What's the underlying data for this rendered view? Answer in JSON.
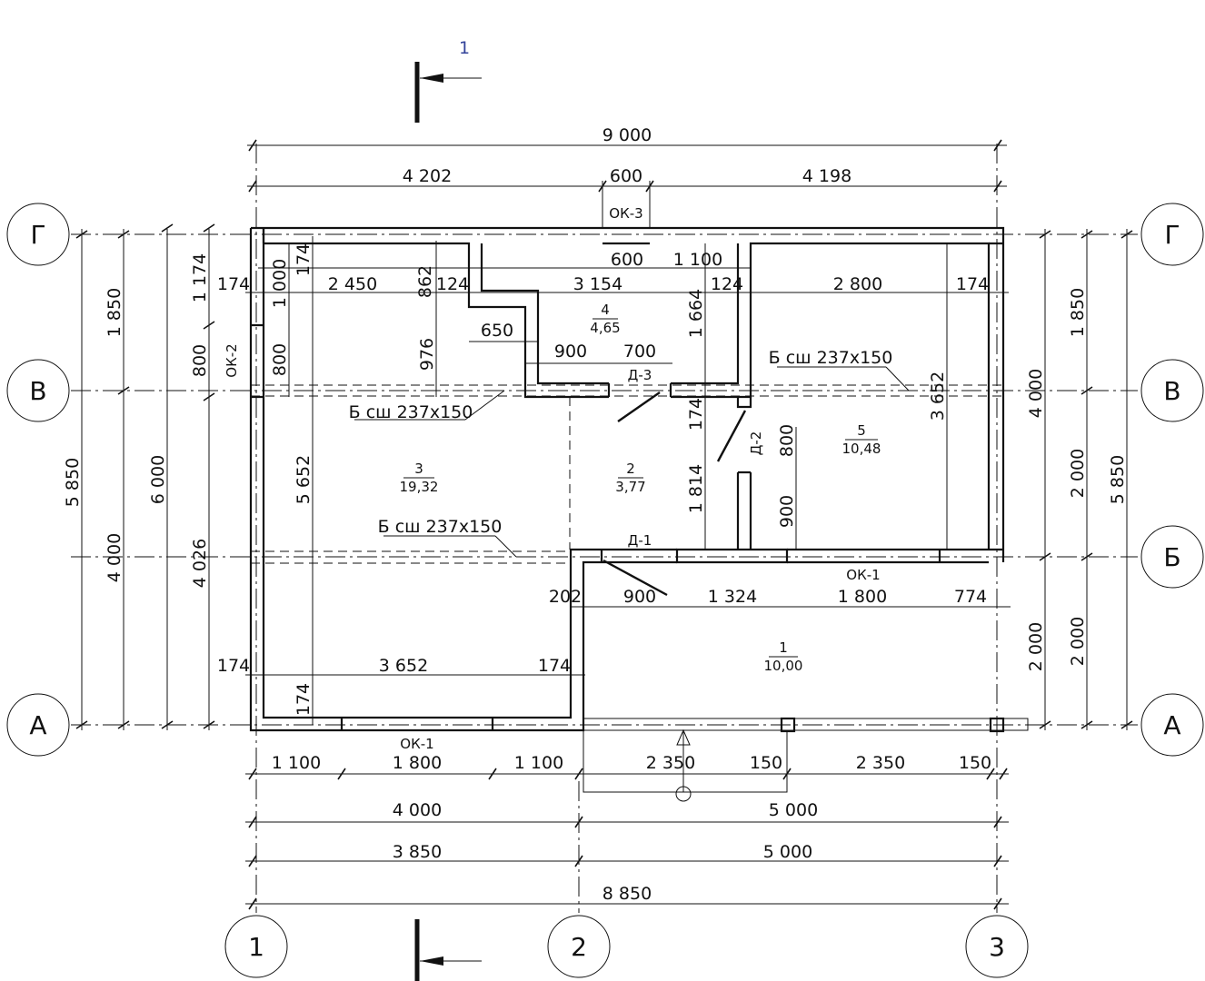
{
  "section_mark": {
    "number": "1"
  },
  "axes": {
    "cols": [
      "1",
      "2",
      "3"
    ],
    "rows": [
      "Г",
      "В",
      "Б",
      "А"
    ]
  },
  "dims": {
    "top_total": "9 000",
    "top_left": "4 202",
    "top_mid": "600",
    "top_right": "4 198",
    "d174_a": "174",
    "d1000": "1 000",
    "d174_b": "174",
    "d2450": "2 450",
    "d862": "862",
    "d124_a": "124",
    "d3154": "3 154",
    "d600_in": "600",
    "d1100_in": "1 100",
    "d124_b": "124",
    "d2800": "2 800",
    "d174_c": "174",
    "d650": "650",
    "d976": "976",
    "d900_top": "900",
    "d700": "700",
    "d1664": "1 664",
    "d800_left": "800",
    "d174_v": "174",
    "d1814": "1 814",
    "d800_d2": "800",
    "d900_d2": "900",
    "d3652_v": "3 652",
    "d5652": "5 652",
    "d202": "202",
    "d900_d1": "900",
    "d1324": "1 324",
    "d1800_b": "1 800",
    "d774": "774",
    "d174_l": "174",
    "d3652_h": "3 652",
    "d174_r": "174",
    "d174_bot": "174",
    "bot_1100_a": "1 100",
    "bot_1800": "1 800",
    "bot_1100_b": "1 100",
    "bot_2350_a": "2 350",
    "bot_150_a": "150",
    "bot_2350_b": "2 350",
    "bot_150_b": "150",
    "bot_4000": "4 000",
    "bot_5000_a": "5 000",
    "bot_3850": "3 850",
    "bot_5000_b": "5 000",
    "bot_total": "8 850",
    "left_5850": "5 850",
    "left_1850": "1 850",
    "left_4000": "4 000",
    "left_6000": "6 000",
    "left_1174": "1 174",
    "left_800": "800",
    "left_4026": "4 026",
    "right_4000": "4 000",
    "right_1850": "1 850",
    "right_2000_a": "2 000",
    "right_2000_b": "2 000",
    "right_5850": "5 850",
    "right_2000_c": "2 000"
  },
  "labels": {
    "ok3": "ОК-3",
    "ok2": "ОК-2",
    "ok1_right": "ОК-1",
    "ok1_bottom": "ОК-1",
    "d3": "Д-3",
    "d2": "Д-2",
    "d1": "Д-1",
    "beam_1": "Б сш 237х150",
    "beam_2": "Б сш 237х150",
    "beam_3": "Б сш 237х150"
  },
  "rooms": [
    {
      "num": "1",
      "area": "10,00"
    },
    {
      "num": "2",
      "area": "3,77"
    },
    {
      "num": "3",
      "area": "19,32"
    },
    {
      "num": "4",
      "area": "4,65"
    },
    {
      "num": "5",
      "area": "10,48"
    }
  ]
}
